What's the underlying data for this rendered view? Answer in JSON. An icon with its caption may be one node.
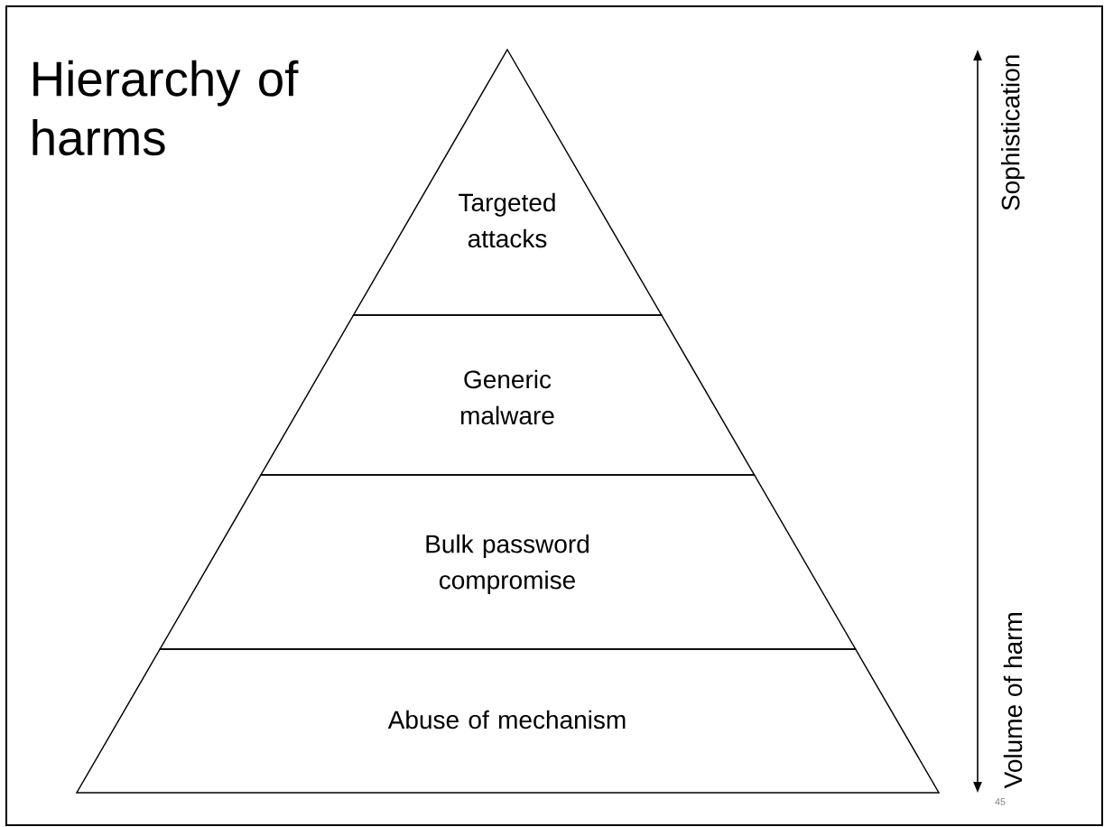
{
  "diagram": {
    "title": "Hierarchy of harms",
    "nodes": [
      {
        "text": [
          "Targeted attacks"
        ]
      },
      {
        "text": [
          "Generic malware"
        ]
      },
      {
        "text": [
          "Bulk password compromise"
        ]
      },
      {
        "text": [
          "Abuse of mechanism"
        ]
      }
    ],
    "labels": [
      "Sophistication",
      "Volume of harm",
      "45"
    ]
  }
}
